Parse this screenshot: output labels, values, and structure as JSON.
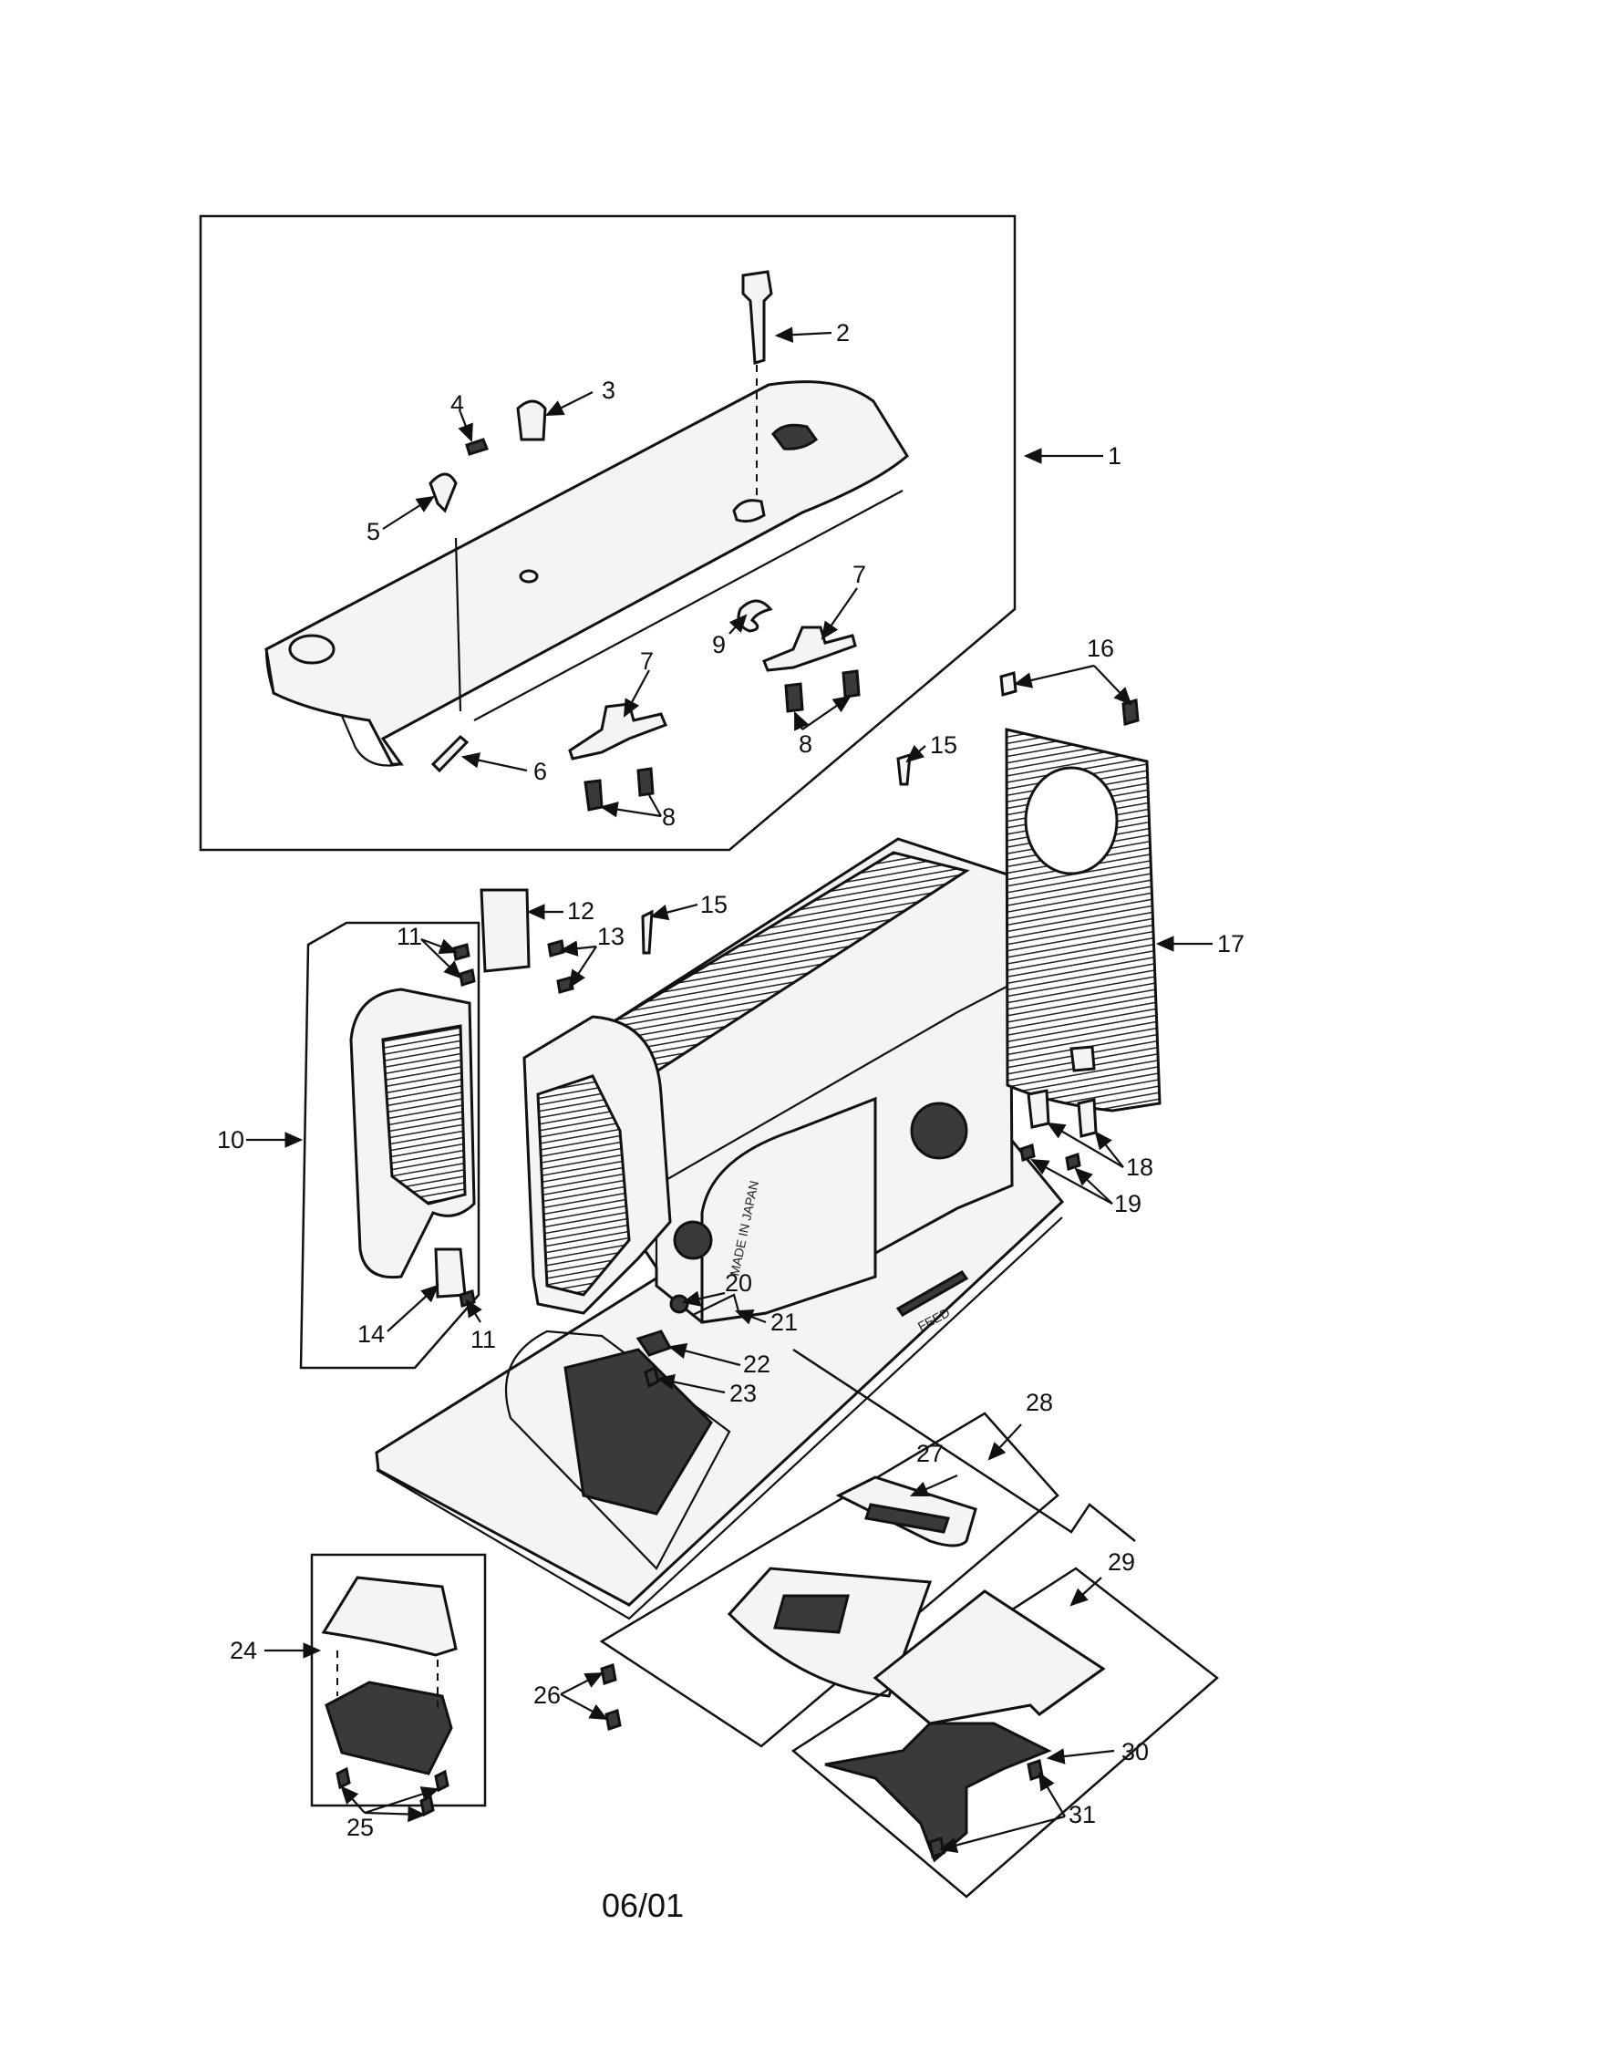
{
  "diagram": {
    "callouts": [
      "1",
      "2",
      "3",
      "4",
      "5",
      "6",
      "7",
      "7",
      "8",
      "8",
      "9",
      "10",
      "11",
      "11",
      "12",
      "13",
      "14",
      "15",
      "15",
      "16",
      "17",
      "18",
      "19",
      "20",
      "21",
      "22",
      "23",
      "24",
      "25",
      "26",
      "27",
      "28",
      "29",
      "30",
      "31"
    ],
    "date_code": "06/01",
    "casting_text": "MADE IN JAPAN",
    "feed_text": "FEED"
  }
}
